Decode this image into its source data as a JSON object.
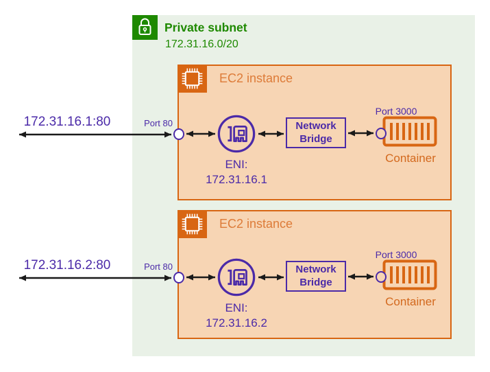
{
  "colors": {
    "green": "#1e8900",
    "green_bg": "#e9f1e7",
    "orange": "#d86613",
    "orange_title": "#dd7b38",
    "orange_container": "#d3691e",
    "orange_bg": "#f7d5b4",
    "purple": "#4b2aa8",
    "arrow": "#1a1a1a"
  },
  "subnet": {
    "label": "Private subnet",
    "cidr": "172.31.16.0/20",
    "icon": "lock-icon"
  },
  "instances": [
    {
      "title": "EC2 instance",
      "endpoint": "172.31.16.1:80",
      "host_port_label": "Port 80",
      "eni_line1": "ENI:",
      "eni_line2": "172.31.16.1",
      "bridge_line1": "Network",
      "bridge_line2": "Bridge",
      "container_port_label": "Port 3000",
      "container_label": "Container"
    },
    {
      "title": "EC2 instance",
      "endpoint": "172.31.16.2:80",
      "host_port_label": "Port 80",
      "eni_line1": "ENI:",
      "eni_line2": "172.31.16.2",
      "bridge_line1": "Network",
      "bridge_line2": "Bridge",
      "container_port_label": "Port 3000",
      "container_label": "Container"
    }
  ],
  "icons": [
    "lock-icon",
    "chip-icon",
    "eni-icon",
    "container-icon"
  ]
}
